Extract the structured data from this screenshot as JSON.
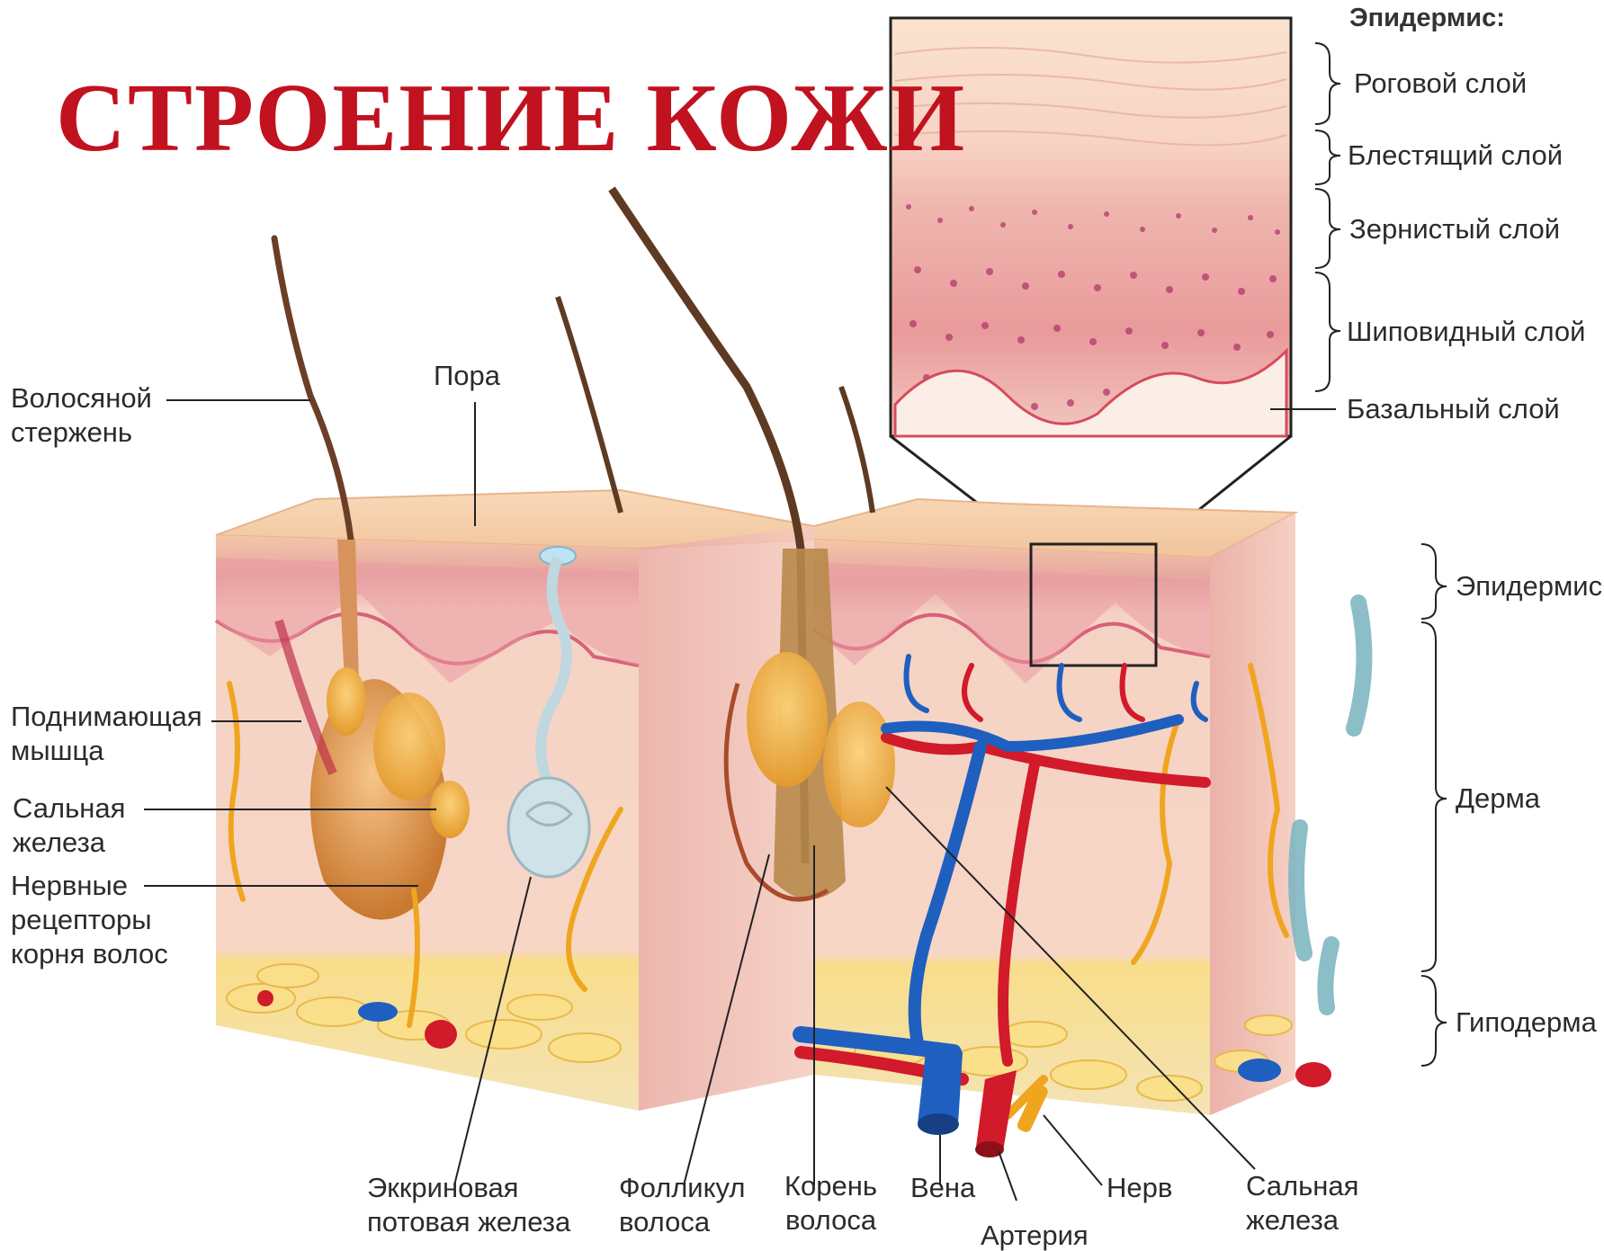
{
  "title": "СТРОЕНИЕ КОЖИ",
  "inset": {
    "header": "Эпидермис:",
    "layers": [
      "Роговой слой",
      "Блестящий слой",
      "Зернистый слой",
      "Шиповидный слой",
      "Базальный слой"
    ]
  },
  "regions": {
    "epidermis": "Эпидермис",
    "dermis": "Дерма",
    "hypodermis": "Гиподерма"
  },
  "labels": {
    "hair_shaft": [
      "Волосяной",
      "стержень"
    ],
    "pore": "Пора",
    "arrector_muscle": [
      "Поднимающая",
      "мышца"
    ],
    "sebaceous_left": [
      "Сальная",
      "железа"
    ],
    "nerve_receptors": [
      "Нервные",
      "рецепторы",
      "корня волос"
    ],
    "eccrine_gland": [
      "Эккриновая",
      "потовая железа"
    ],
    "follicle": [
      "Фолликул",
      "волоса"
    ],
    "hair_root": [
      "Корень",
      "волоса"
    ],
    "vein": "Вена",
    "artery": "Артерия",
    "nerve": "Нерв",
    "sebaceous_right": [
      "Сальная",
      "железа"
    ]
  },
  "colors": {
    "title": "#c1121f",
    "epidermis": "#f2c3b4",
    "dermis": "#f7d8c9",
    "hypodermis": "#f6d56a",
    "vein": "#1f5fbf",
    "artery": "#d11a2a",
    "nerve": "#f0a51e"
  }
}
